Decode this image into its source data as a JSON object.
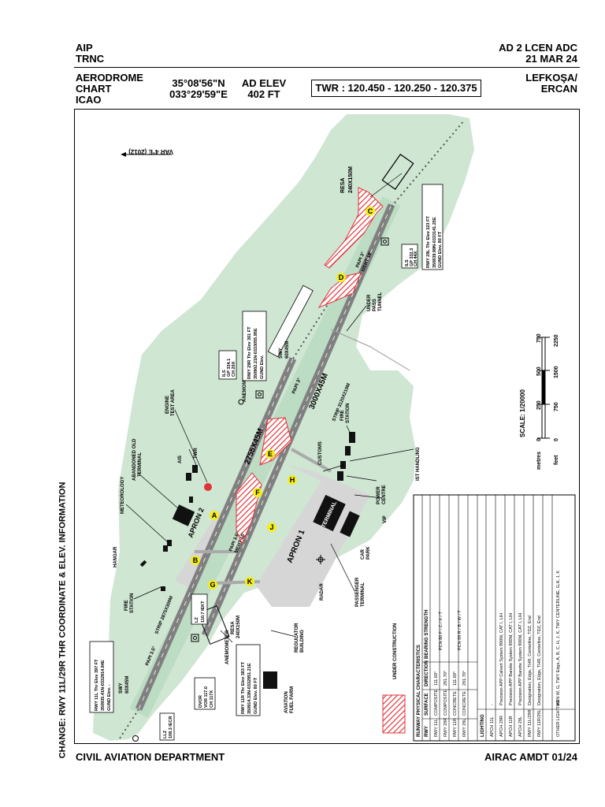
{
  "header": {
    "left_line1": "AIP",
    "left_line2": "TRNC",
    "right_line1": "AD 2 LCEN ADC",
    "right_line2": "21 MAR 24",
    "chart_line1": "AERODROME",
    "chart_line2": "CHART",
    "chart_line3": "ICAO",
    "coord_lat": "35°08'56\"N",
    "coord_lon": "033°29'59\"E",
    "elev_label": "AD ELEV",
    "elev_value": "402 FT",
    "twr": "TWR  : 120.450 - 120.250 - 120.375",
    "location_line1": "LEFKOŞA/",
    "location_line2": "ERCAN"
  },
  "change_note": "CHANGE: RWY 11L/29R THR COORDINATE & ELEV. INFORMATION",
  "footer": {
    "left": "CIVIL AVIATION DEPARTMENT",
    "right": "AIRAC AMDT 01/24"
  },
  "map": {
    "var": "VAR 4°E (2012)",
    "resa_top": "RESA",
    "resa_top_dim": "240X150M",
    "resa_bottom": "RESA",
    "resa_bottom_dim": "240X150M",
    "rwy_long": "3000X45M",
    "rwy_short": "2755X45M",
    "strip_long": "STRIP 3120X210M",
    "strip_short": "STRIP 2875X300M",
    "swy_top": "SWY",
    "swy_top_dim": "60X45M",
    "swy_bottom": "SWY",
    "swy_bottom_dim": "60X45M",
    "apron1": "APRON 1",
    "apron2": "APRON 2",
    "terminal": "TERMINAL",
    "underpass_1": "UNDER",
    "underpass_2": "PASS",
    "underpass_3": "TUNNEL",
    "papi_29l_1": "PAPI 3°",
    "papi_29l_2": "MEHT 18'",
    "papi_29r": "PAPI 3°",
    "papi_11r_1": "PAPI 3.6°",
    "papi_11r_2": "MEHT 16'",
    "papi_11l": "PAPI 3.5°",
    "ils_29l_1": "ILS",
    "ils_29l_2": "GP 332.3",
    "ils_29l_3": "CH 44X",
    "thr_29l_1": "RWY 29L Thr Elev 323 FT",
    "thr_29l_2": "350839.99N-0333141.25E",
    "thr_29l_3": "GUND Elev. 80 FT",
    "ils_29r_1": "ILS",
    "ils_29r_2": "GP 334.1",
    "ils_29r_3": "CH 20X",
    "thr_29r_1": "RWY 29R Thr Elev 361 FT",
    "thr_29r_2": "350902.21N-0333055.95E",
    "thr_29r_3": "GUND Elev.",
    "thr_11l_1": "RWY 11L Thr Elev 397 FT",
    "thr_11l_2": "350935.41N-0332914.84E",
    "thr_11l_3": "GUND Elev. -",
    "thr_11r_1": "RWY 11R Thr Elev 383 FT",
    "thr_11r_2": "350914.33N-0332951.21E",
    "thr_11r_3": "GUND Elev. 80 FT",
    "llz_1": "LLZ",
    "llz_2": "108.3 IECR",
    "lz_1": "LZ",
    "lz_2": "110.7 IEKT",
    "dvor_1": "DVOR",
    "dvor_2": "VOR 117.0",
    "dvor_3": "CH 117X",
    "anemometer": "ANEMOMETER",
    "engine_1": "ENGINE",
    "engine_2": "TEST AREA",
    "twr_label": "TWR",
    "ais": "AIS",
    "old_term_1": "ABANDONED OLD",
    "old_term_2": "TERMINAL",
    "meteorology": "METEOROLOGY",
    "hangar": "HANGAR",
    "fire_station_1": "FIRE",
    "fire_station_2": "STATION",
    "customs": "CUSTOMS",
    "fire_station2_1": "FIRE",
    "fire_station2_2": "STATION",
    "ist_handling": "IST HANDLING",
    "power_1": "POWER",
    "power_2": "CENTRE",
    "vip": "VIP",
    "car_1": "CAR",
    "car_2": "PARK",
    "pax_1": "PASSENGER",
    "pax_2": "TERMINAL",
    "radar": "RADAR",
    "reg_1": "REGULATOR",
    "reg_2": "BUILDING",
    "fuel_1": "AVIATION",
    "fuel_2": "FUEL FARM",
    "under_construction": "UNDER CONSTRUCTION",
    "taxiways": [
      "A",
      "B",
      "C",
      "D",
      "E",
      "F",
      "G",
      "H",
      "J",
      "K"
    ]
  },
  "scale": {
    "title": "SCALE: 1/20000",
    "metres_label": "metres",
    "feet_label": "feet",
    "metres": [
      "0",
      "250",
      "500",
      "750"
    ],
    "feet": [
      "0",
      "750",
      "1500",
      "2250"
    ]
  },
  "table": {
    "title": "RUNWAY PHYSICAL CHARACTERISTICS",
    "headers": [
      "RWY",
      "SURFACE",
      "DIRECTION",
      "BEARING STRENGTH"
    ],
    "rows": [
      [
        "RWY 11L",
        "COMPOSITE",
        "111.69°",
        "PCN 80 F / C / X / T"
      ],
      [
        "RWY 29R",
        "COMPOSITE",
        "291.70°",
        ""
      ],
      [
        "RWY 11R",
        "CONCRETE",
        "111.69°",
        "PCN 99 R / B / W / T"
      ],
      [
        "RWY 29L",
        "CONCRETE",
        "291.70°",
        ""
      ]
    ],
    "lighting_title": "LIGHTING",
    "lighting_rows": [
      [
        "APCH 11L",
        "-"
      ],
      [
        "APCH 29R",
        "Precision APP Calvert System 900M, CAT I, LIH"
      ],
      [
        "APCH 11R",
        "Precision APP Barette System 900M, CAT I, LIH"
      ],
      [
        "APCH 29L",
        "Precision APP Barette System 900M, CAT I, LIH"
      ],
      [
        "RWY 11L/29R",
        "Designation, Edge, THR, Centerline, TDZ, End"
      ],
      [
        "RWY 11R/29L",
        "Designation, Edge, THR, Centerline, TDZ, End"
      ],
      [
        "OTHER LIGHTING",
        "ABN W, G, TWY Edge, A, B, C, H, J, K, TWY CENTERLINE, G,H, J, K"
      ]
    ]
  },
  "colors": {
    "grass": "#cfe6d3",
    "apron": "#d6d6d6",
    "runway": "#808080",
    "construction": "#e0343a",
    "taxiway_label": "#f5ee1a"
  }
}
